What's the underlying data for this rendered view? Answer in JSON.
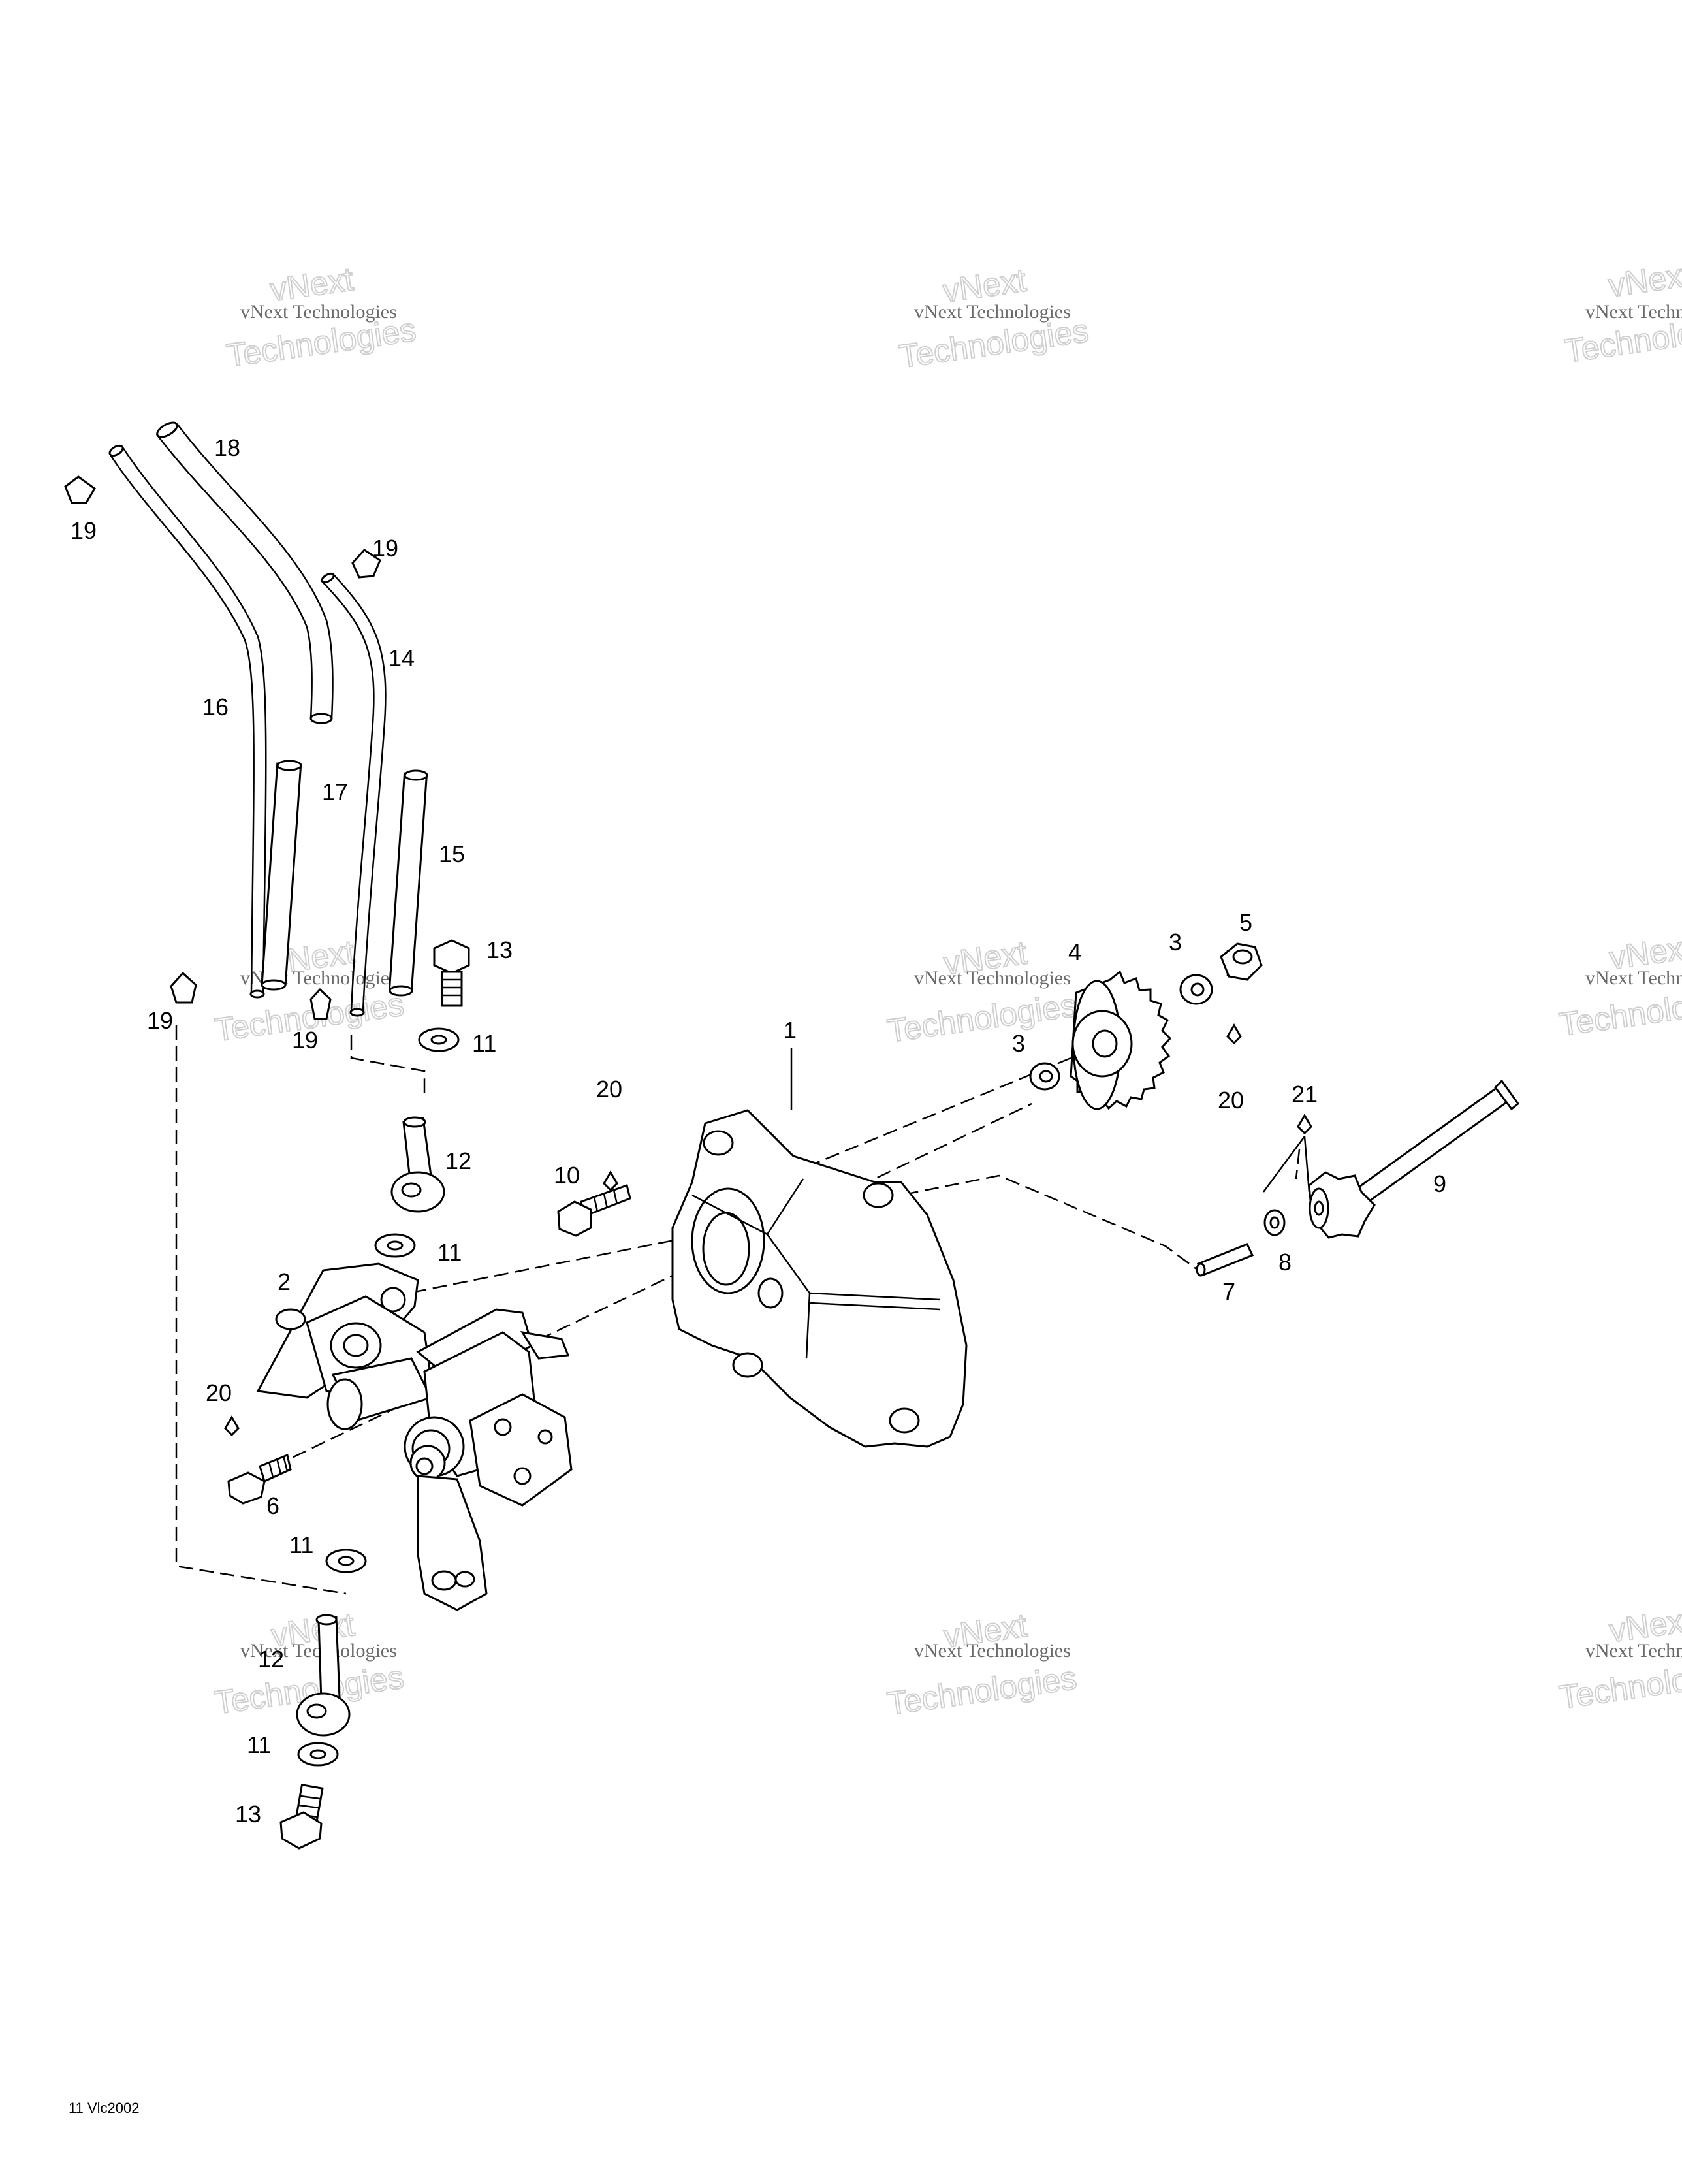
{
  "figure_code": "11 Vlc2002",
  "watermark": {
    "line1": "vNext Technologies",
    "line2_top": "vNext",
    "line2_bottom": "Technologies"
  },
  "callouts": {
    "c1": "1",
    "c2": "2",
    "c3a": "3",
    "c3b": "3",
    "c4": "4",
    "c5": "5",
    "c6": "6",
    "c7": "7",
    "c8": "8",
    "c9": "9",
    "c10": "10",
    "c11a": "11",
    "c11b": "11",
    "c11c": "11",
    "c11d": "11",
    "c12a": "12",
    "c12b": "12",
    "c13a": "13",
    "c13b": "13",
    "c14": "14",
    "c15": "15",
    "c16": "16",
    "c17": "17",
    "c18": "18",
    "c19a": "19",
    "c19b": "19",
    "c19c": "19",
    "c19d": "19",
    "c20a": "20",
    "c20b": "20",
    "c20c": "20",
    "c21": "21"
  }
}
